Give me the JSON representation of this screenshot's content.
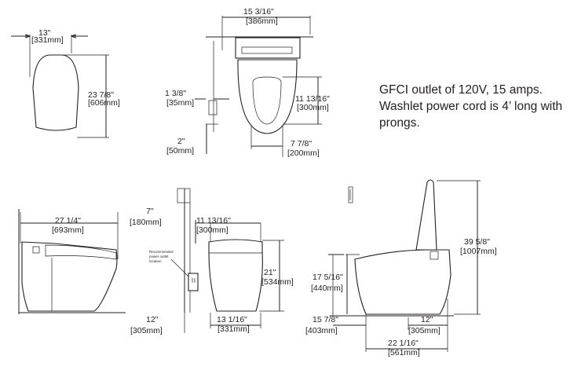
{
  "note": {
    "line1": "GFCI outlet of 120V, 15 amps.",
    "line2": "Washlet power cord is 4’ long with",
    "line3": "prongs."
  },
  "dims": {
    "lid_width_in": "13\"",
    "lid_width_mm": "[331mm]",
    "lid_length_in": "23 7/8\"",
    "lid_length_mm": "[606mm]",
    "top_width_in": "15 3/16\"",
    "top_width_mm": "[386mm]",
    "wall_gap_in": "1 3/8\"",
    "wall_gap_mm": "[35mm]",
    "supply_in": "2\"",
    "supply_mm": "[50mm]",
    "bowl_depth_in": "11 13/16\"",
    "bowl_depth_mm": "[300mm]",
    "bowl_offset_in": "7 7/8\"",
    "bowl_offset_mm": "[200mm]",
    "side_length_in": "27 1/4\"",
    "side_length_mm": "[693mm]",
    "outlet_height_in": "7\"",
    "outlet_height_mm": "[180mm]",
    "front_depth_in": "11 13/16\"",
    "front_depth_mm": "[300mm]",
    "front_height_in": "21\"",
    "front_height_mm": "[534mm]",
    "outlet_offset_in": "12\"",
    "outlet_offset_mm": "[305mm]",
    "front_width_in": "13 1/16\"",
    "front_width_mm": "[331mm]",
    "total_height_in": "39 5/8\"",
    "total_height_mm": "[1007mm]",
    "seat_height_in": "17 5/16\"",
    "seat_height_mm": "[440mm]",
    "rough_in_in": "15 7/8\"",
    "rough_in_mm": "[403mm]",
    "rear_rough_in": "12\"",
    "rear_rough_mm": "[305mm]",
    "base_length_in": "22 1/16\"",
    "base_length_mm": "[561mm]"
  },
  "outlet_label": {
    "line1": "Recommended",
    "line2": "power outlet",
    "line3": "location"
  },
  "icons": {
    "outlet": "power-outlet-icon",
    "wall_outlet": "wall-outlet-icon"
  }
}
